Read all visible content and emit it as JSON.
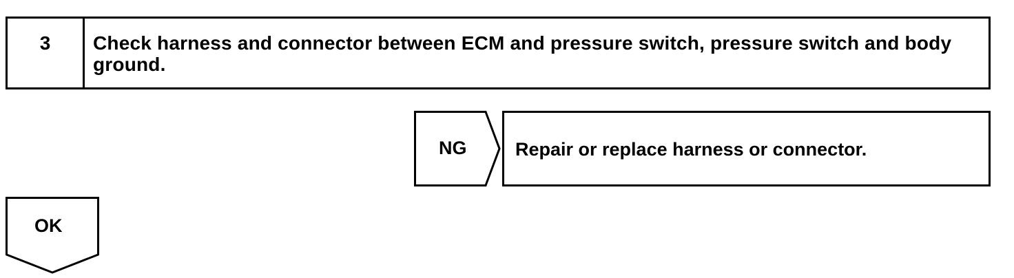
{
  "step": {
    "number": "3",
    "title": "Check harness and connector between ECM and pressure switch, pressure switch and body ground."
  },
  "ng_branch": {
    "label": "NG",
    "action": "Repair or replace harness or connector."
  },
  "ok_branch": {
    "label": "OK"
  }
}
